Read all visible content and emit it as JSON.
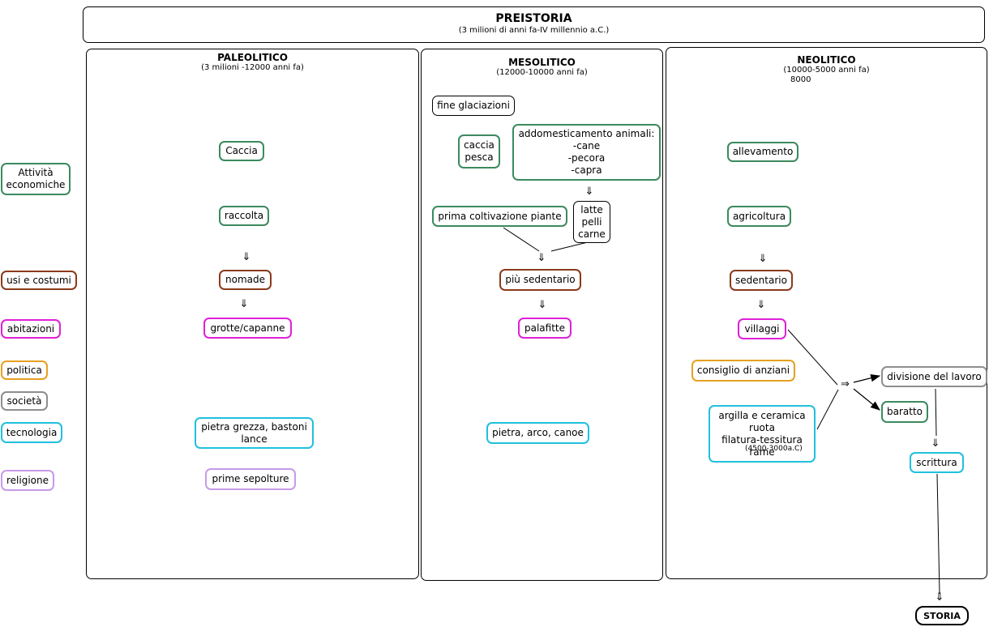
{
  "header": {
    "title": "PREISTORIA",
    "subtitle": "(3 milioni di anni fa-IV millennio a.C.)"
  },
  "legend": {
    "attivita": "Attività\neconomiche",
    "usi": "usi e costumi",
    "abitazioni": "abitazioni",
    "politica": "politica",
    "societa": "società",
    "tecnologia": "tecnologia",
    "religione": "religione"
  },
  "paleolitico": {
    "title": "PALEOLITICO",
    "subtitle": "(3 milioni -12000 anni fa)",
    "caccia": "Caccia",
    "raccolta": "raccolta",
    "nomade": "nomade",
    "grotte": "grotte/capanne",
    "tecnologia": "pietra grezza, bastoni\nlance",
    "sepolture": "prime sepolture"
  },
  "mesolitico": {
    "title": "MESOLITICO",
    "subtitle": "(12000-10000 anni fa)",
    "glaciazioni": "fine glaciazioni",
    "caccia_pesca": "caccia\npesca",
    "animali": "addomesticamento animali:\n-cane\n-pecora\n-capra",
    "latte": "latte\npelli\ncarne",
    "coltivazione": "prima coltivazione piante",
    "sedentario": "più sedentario",
    "palafitte": "palafitte",
    "tecnologia": "pietra, arco, canoe"
  },
  "neolitico": {
    "title": "NEOLITICO",
    "subtitle": "(10000-5000 anni fa)",
    "subtitle2": "8000",
    "allevamento": "allevamento",
    "agricoltura": "agricoltura",
    "sedentario": "sedentario",
    "villaggi": "villaggi",
    "consiglio": "consiglio di anziani",
    "tecnologia": "argilla e ceramica\nruota\nfilatura-tessitura\nrame",
    "tecnologia_date": "(4500-3000a.C)",
    "divisione": "divisione del lavoro",
    "baratto": "baratto",
    "scrittura": "scrittura",
    "storia": "STORIA"
  },
  "arrow_symbol": "⇓",
  "implies_symbol": "⇒",
  "colors": {
    "economic": "#3b8a5e",
    "customs": "#8b3a1a",
    "housing": "#e020d8",
    "politics": "#e6a020",
    "society": "#8e8e8e",
    "technology": "#20c0de",
    "religion": "#c89ae8"
  }
}
